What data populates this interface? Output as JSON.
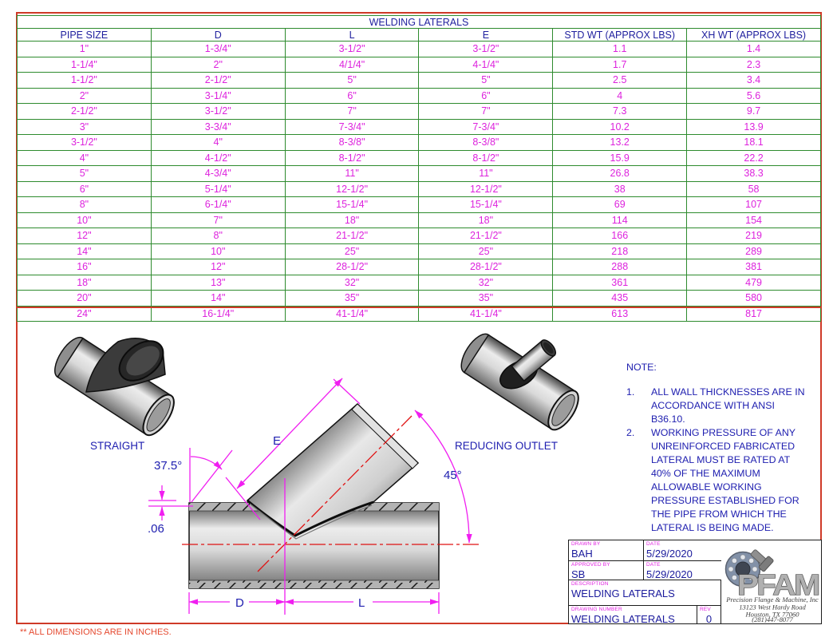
{
  "page": {
    "footnote": "** ALL DIMENSIONS ARE IN INCHES."
  },
  "table": {
    "title": "WELDING LATERALS",
    "columns": [
      "PIPE SIZE",
      "D",
      "L",
      "E",
      "STD WT (APPROX LBS)",
      "XH WT (APPROX LBS)"
    ],
    "rows": [
      [
        "1\"",
        "1-3/4\"",
        "3-1/2\"",
        "3-1/2\"",
        "1.1",
        "1.4"
      ],
      [
        "1-1/4\"",
        "2\"",
        "4/1/4\"",
        "4-1/4\"",
        "1.7",
        "2.3"
      ],
      [
        "1-1/2\"",
        "2-1/2\"",
        "5\"",
        "5\"",
        "2.5",
        "3.4"
      ],
      [
        "2\"",
        "3-1/4\"",
        "6\"",
        "6\"",
        "4",
        "5.6"
      ],
      [
        "2-1/2\"",
        "3-1/2\"",
        "7\"",
        "7\"",
        "7.3",
        "9.7"
      ],
      [
        "3\"",
        "3-3/4\"",
        "7-3/4\"",
        "7-3/4\"",
        "10.2",
        "13.9"
      ],
      [
        "3-1/2\"",
        "4\"",
        "8-3/8\"",
        "8-3/8\"",
        "13.2",
        "18.1"
      ],
      [
        "4\"",
        "4-1/2\"",
        "8-1/2\"",
        "8-1/2\"",
        "15.9",
        "22.2"
      ],
      [
        "5\"",
        "4-3/4\"",
        "11\"",
        "11\"",
        "26.8",
        "38.3"
      ],
      [
        "6\"",
        "5-1/4\"",
        "12-1/2\"",
        "12-1/2\"",
        "38",
        "58"
      ],
      [
        "8\"",
        "6-1/4\"",
        "15-1/4\"",
        "15-1/4\"",
        "69",
        "107"
      ],
      [
        "10\"",
        "7\"",
        "18\"",
        "18\"",
        "114",
        "154"
      ],
      [
        "12\"",
        "8\"",
        "21-1/2\"",
        "21-1/2\"",
        "166",
        "219"
      ],
      [
        "14\"",
        "10\"",
        "25\"",
        "25\"",
        "218",
        "289"
      ],
      [
        "16\"",
        "12\"",
        "28-1/2\"",
        "28-1/2\"",
        "288",
        "381"
      ],
      [
        "18\"",
        "13\"",
        "32\"",
        "32\"",
        "361",
        "479"
      ],
      [
        "20\"",
        "14\"",
        "35\"",
        "35\"",
        "435",
        "580"
      ],
      [
        "24\"",
        "16-1/4\"",
        "41-1/4\"",
        "41-1/4\"",
        "613",
        "817"
      ]
    ]
  },
  "diagram": {
    "straight_label": "STRAIGHT",
    "reducing_label": "REDUCING OUTLET",
    "branch_angle": "37.5°",
    "lateral_angle": "45°",
    "dim_e": "E",
    "dim_d": "D",
    "dim_l": "L",
    "offset_dim": ".06"
  },
  "notes": {
    "heading": "NOTE:",
    "items": [
      "ALL WALL THICKNESSES ARE IN ACCORDANCE WITH ANSI B36.10.",
      "WORKING PRESSURE OF ANY UNREINFORCED FABRICATED LATERAL MUST BE RATED AT 40% OF THE MAXIMUM ALLOWABLE WORKING PRESSURE ESTABLISHED FOR THE PIPE FROM WHICH THE LATERAL IS BEING MADE."
    ]
  },
  "title_block": {
    "drawn_by_label": "DRAWN BY",
    "drawn_by": "BAH",
    "drawn_date_label": "DATE",
    "drawn_date": "5/29/2020",
    "approved_by_label": "APPROVED BY",
    "approved_by": "SB",
    "approved_date_label": "DATE",
    "approved_date": "5/29/2020",
    "description_label": "DESCRIPTION",
    "description": "WELDING LATERALS",
    "drawing_number_label": "DRAWING NUMBER",
    "drawing_number": "WELDING LATERALS",
    "rev_label": "REV",
    "rev": "0"
  },
  "company": {
    "logo_text": "PFAM",
    "name": "Precision Flange & Machine, Inc",
    "address": "13123 West Hardy Road",
    "city": "Houston, TX 77060",
    "phone": "(281)447-8077"
  },
  "colors": {
    "frame_red": "#cf3a28",
    "grid_green": "#2e8b2e",
    "header_blue": "#1f1f9e",
    "data_magenta": "#dd22dd",
    "dimension_magenta": "#f01ef0",
    "centerline_red": "#e01212",
    "label_blue": "#2020b0"
  }
}
